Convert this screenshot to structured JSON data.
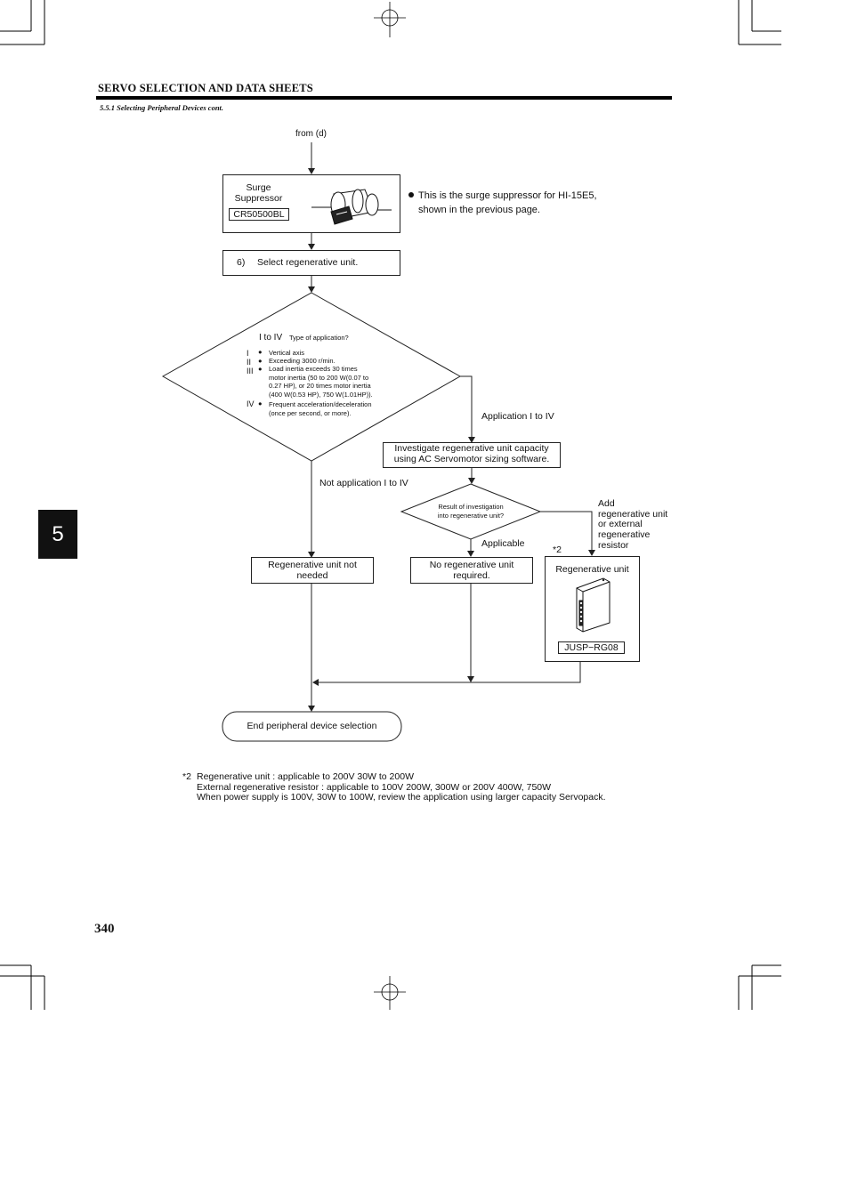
{
  "header": {
    "section_title": "SERVO SELECTION AND DATA SHEETS",
    "subsection": "5.5.1 Selecting Peripheral Devices cont."
  },
  "chapter_tab": "5",
  "page_number": "340",
  "flow": {
    "from_label": "from (d)",
    "surge": {
      "title": "Surge\nSuppressor",
      "model": "CR50500BL",
      "note": "This is the surge suppressor for HI-15E5,\nshown in the previous page."
    },
    "step6": {
      "num": "6)",
      "text": "Select regenerative unit."
    },
    "decision1": {
      "heading": "I to IV",
      "subheading": "Type of application?",
      "items": [
        {
          "roman": "I",
          "text": "Vertical axis"
        },
        {
          "roman": "II",
          "text": "Exceeding 3000 r/min."
        },
        {
          "roman": "III",
          "text": "Load inertia exceeds 30 times\nmotor inertia (50 to 200 W(0.07 to\n0.27 HP), or 20 times motor inertia\n(400 W(0.53 HP), 750 W(1.01HP))."
        },
        {
          "roman": "IV",
          "text": "Frequent acceleration/deceleration\n(once per second, or more)."
        }
      ]
    },
    "application_label": "Application I to IV",
    "not_application_label": "Not application I to IV",
    "investigate": "Investigate regenerative unit capacity\nusing AC Servomotor sizing software.",
    "decision2": "Result of investigation\ninto regenerative unit?",
    "add_label": "Add\nregenerative unit\nor external\nregenerative\nresistor",
    "applicable_label": "Applicable",
    "footnote_mark": "*2",
    "not_needed": "Regenerative unit not\nneeded",
    "no_regen": "No regenerative unit\nrequired.",
    "regen_unit": {
      "title": "Regenerative unit",
      "model": "JUSP−RG08"
    },
    "end": "End peripheral device selection"
  },
  "footnote": {
    "mark": "*2",
    "lines": [
      "Regenerative unit : applicable to 200V  30W to 200W",
      "External regenerative resistor : applicable to 100V  200W, 300W or 200V  400W, 750W",
      "When power supply is 100V, 30W to 100W, review the application using larger capacity Servopack."
    ]
  },
  "icons": {
    "bullet": "bullet-dot-icon",
    "surge_image": "surge-suppressor-icon",
    "regen_image": "regenerative-unit-icon",
    "registration": "registration-mark-icon"
  }
}
